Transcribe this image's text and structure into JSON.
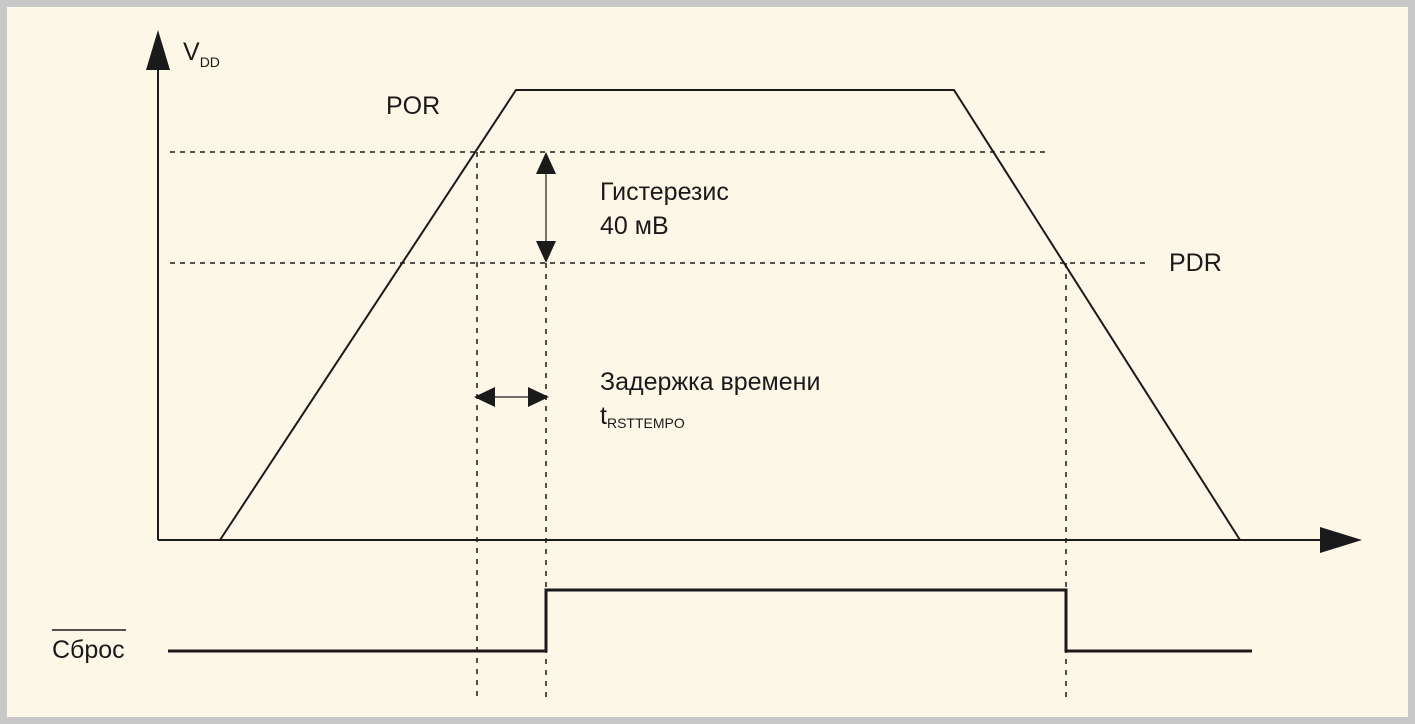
{
  "labels": {
    "vdd_main": "V",
    "vdd_sub": "DD",
    "por": "POR",
    "pdr": "PDR",
    "hysteresis_line1": "Гистерезис",
    "hysteresis_line2": "40 мВ",
    "delay_line1": "Задержка времени",
    "delay_t": "t",
    "delay_sub": "RSTTEMPO",
    "reset": "Сброс"
  },
  "colors": {
    "background": "#fdf7e8",
    "border": "#c8c8c8",
    "line": "#1a1a1a"
  }
}
